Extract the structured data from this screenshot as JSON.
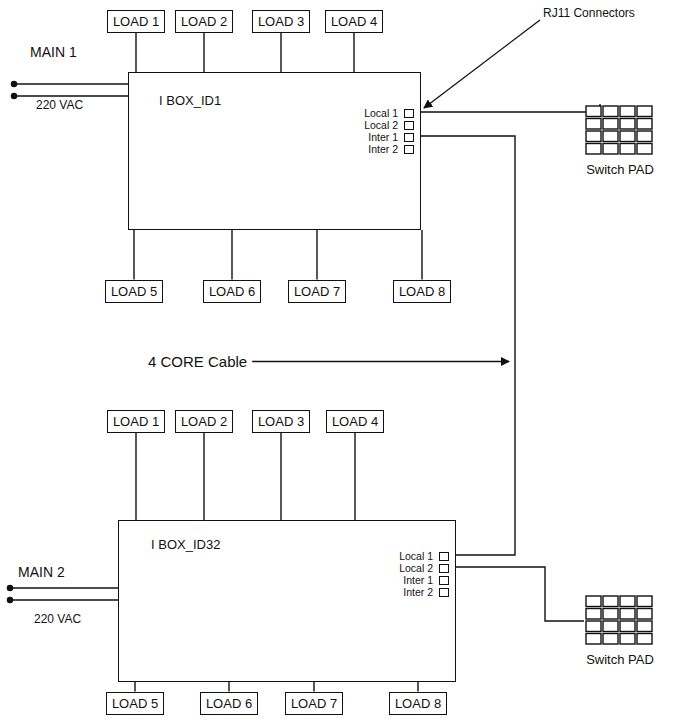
{
  "diagram": {
    "nodes": [
      {
        "text": [
          "LOAD 1"
        ]
      },
      {
        "text": [
          "LOAD 2"
        ]
      },
      {
        "text": [
          "LOAD 3"
        ]
      },
      {
        "text": [
          "LOAD 4"
        ]
      },
      {
        "text": [
          "I BOX_ID1",
          "Local 1",
          "Local 2",
          "Inter 1",
          "Inter 2"
        ]
      },
      {
        "text": [
          "LOAD 5"
        ]
      },
      {
        "text": [
          "LOAD 6"
        ]
      },
      {
        "text": [
          "LOAD 7"
        ]
      },
      {
        "text": [
          "LOAD 8"
        ]
      },
      {
        "text": [
          "Switch PAD"
        ]
      },
      {
        "text": [
          "LOAD 1"
        ]
      },
      {
        "text": [
          "LOAD 2"
        ]
      },
      {
        "text": [
          "LOAD 3"
        ]
      },
      {
        "text": [
          "LOAD 4"
        ]
      },
      {
        "text": [
          "I BOX_ID32",
          "Local 1",
          "Local 2",
          "Inter 1",
          "Inter 2"
        ]
      },
      {
        "text": [
          "LOAD 5"
        ]
      },
      {
        "text": [
          "LOAD 6"
        ]
      },
      {
        "text": [
          "LOAD 7"
        ]
      },
      {
        "text": [
          "LOAD 8"
        ]
      },
      {
        "text": [
          "Switch PAD"
        ]
      }
    ],
    "edges": [
      {
        "from": 0,
        "to": 4,
        "arrow": "none"
      },
      {
        "from": 1,
        "to": 4,
        "arrow": "none"
      },
      {
        "from": 2,
        "to": 4,
        "arrow": "none"
      },
      {
        "from": 3,
        "to": 4,
        "arrow": "none"
      },
      {
        "from": 5,
        "to": 4,
        "arrow": "none"
      },
      {
        "from": 6,
        "to": 4,
        "arrow": "none"
      },
      {
        "from": 7,
        "to": 4,
        "arrow": "none"
      },
      {
        "from": 8,
        "to": 4,
        "arrow": "none"
      },
      {
        "from": 10,
        "to": 14,
        "arrow": "none"
      },
      {
        "from": 11,
        "to": 14,
        "arrow": "none"
      },
      {
        "from": 12,
        "to": 14,
        "arrow": "none"
      },
      {
        "from": 13,
        "to": 14,
        "arrow": "none"
      },
      {
        "from": 15,
        "to": 14,
        "arrow": "none"
      },
      {
        "from": 16,
        "to": 14,
        "arrow": "none"
      },
      {
        "from": 17,
        "to": 14,
        "arrow": "none"
      },
      {
        "from": 18,
        "to": 14,
        "arrow": "none"
      },
      {
        "from": 4,
        "to": 9,
        "arrow": "none"
      },
      {
        "from": 4,
        "to": 14,
        "arrow": "none"
      },
      {
        "from": 14,
        "to": 19,
        "arrow": "none"
      }
    ],
    "labels": [
      "MAIN 1",
      "220 VAC",
      "RJ11 Connectors",
      "4 CORE Cable",
      "MAIN 2",
      "220 VAC"
    ]
  }
}
